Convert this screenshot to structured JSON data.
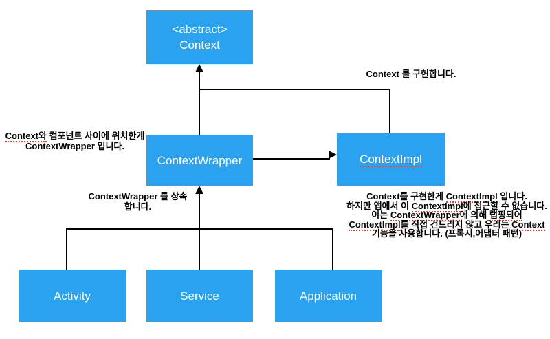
{
  "diagram": {
    "boxes": {
      "context": {
        "line1": "<abstract>",
        "line2": "Context"
      },
      "context_wrapper": {
        "label": "ContextWrapper"
      },
      "context_impl": {
        "label_segments": [
          {
            "t": "ContextImpl",
            "u": true
          }
        ]
      },
      "activity": {
        "label": "Activity"
      },
      "service": {
        "label": "Service"
      },
      "application": {
        "label": "Application"
      }
    },
    "annotations": {
      "implements_note": {
        "lines": [
          [
            {
              "t": "Context 를 구현합니다.",
              "u": false
            }
          ]
        ]
      },
      "wrapper_position_note": {
        "lines": [
          [
            {
              "t": "Context와",
              "u": true
            },
            {
              "t": " 컴포넌트 사이에 위치한게",
              "u": false
            }
          ],
          [
            {
              "t": "ContextWrapper 입니다.",
              "u": false
            }
          ]
        ]
      },
      "inherit_note": {
        "lines": [
          [
            {
              "t": "ContextWrapper 를 상속",
              "u": false
            }
          ],
          [
            {
              "t": "합니다.",
              "u": false
            }
          ]
        ]
      },
      "impl_detail_note": {
        "lines": [
          [
            {
              "t": "Context를 구현한게 ",
              "u": false
            },
            {
              "t": "ContextImpl",
              "u": true
            },
            {
              "t": " 입니다.",
              "u": false
            }
          ],
          [
            {
              "t": "하지만 앱에서 이 ",
              "u": false
            },
            {
              "t": "ContextImpl",
              "u": true
            },
            {
              "t": "에 접근할 수 없습니다.",
              "u": false
            }
          ],
          [
            {
              "t": "이는 ",
              "u": false
            },
            {
              "t": "ContextWrapper",
              "u": true
            },
            {
              "t": "에 의해 ",
              "u": false
            },
            {
              "t": "랩핑되어",
              "u": true
            }
          ],
          [
            {
              "t": "ContextImpl",
              "u": true
            },
            {
              "t": "를 직접 건드리지 않고 우리는 ",
              "u": false
            },
            {
              "t": "Context",
              "u": true
            }
          ],
          [
            {
              "t": "기능을 사용합니다. (프록시,어댑터 패턴)",
              "u": false
            }
          ]
        ]
      }
    },
    "colors": {
      "box_fill": "#2AA2F0",
      "box_text": "#FFFFFF",
      "line": "#000000",
      "note_text": "#000000",
      "misspell_underline": "#E8392D"
    }
  }
}
